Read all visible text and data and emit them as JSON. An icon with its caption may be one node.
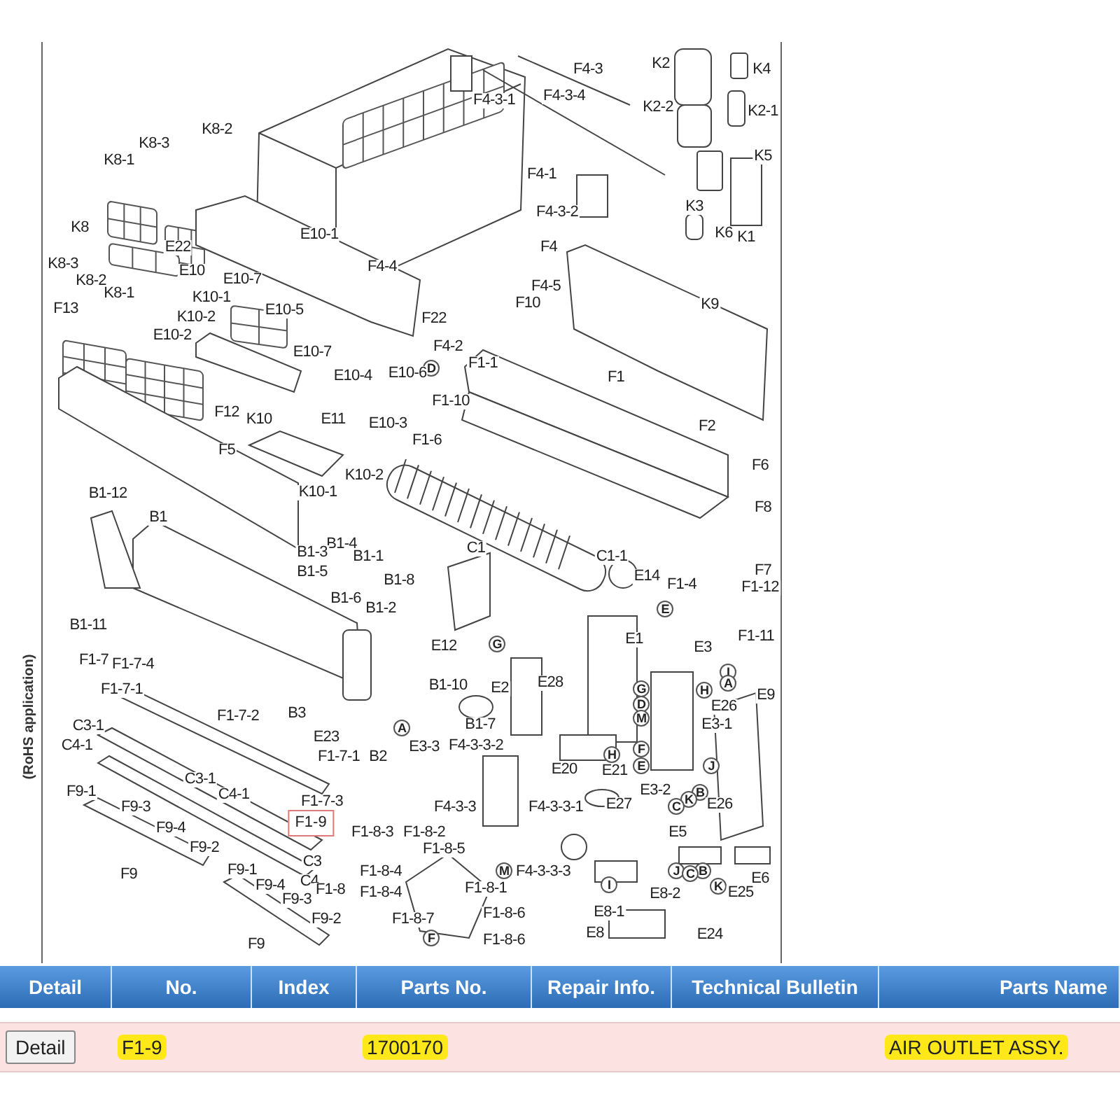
{
  "diagram": {
    "nodes": [
      {
        "text": [
          "F1-9"
        ]
      }
    ],
    "edges": [],
    "labels": [
      "F4-3",
      "K2",
      "K4",
      "F4-3-1",
      "F4-3-4",
      "K2-2",
      "K2-1",
      "K8-2",
      "K8-3",
      "K5",
      "K8-1",
      "F4-1",
      "K3",
      "F4-3-2",
      "K8",
      "E10-1",
      "K6",
      "K1",
      "E22",
      "F4",
      "K8-3",
      "E10",
      "F4-4",
      "E10-7",
      "K8-2",
      "F4-5",
      "K8-1",
      "K10-1",
      "F10",
      "K9",
      "E10-5",
      "F13",
      "F22",
      "K10-2",
      "E10-2",
      "F4-2",
      "E10-7",
      "F1-1",
      "D",
      "E10-6",
      "E10-4",
      "F1",
      "F1-10",
      "F12",
      "K10",
      "E11",
      "E10-3",
      "F2",
      "F1-6",
      "F5",
      "F6",
      "K10-2",
      "K10-1",
      "B1-12",
      "F8",
      "B1",
      "B1-4",
      "B1-3",
      "B1-1",
      "C1",
      "C1-1",
      "F7",
      "B1-5",
      "E14",
      "B1-8",
      "F1-4",
      "F1-12",
      "B1-6",
      "B1-2",
      "E",
      "B1-11",
      "F1-11",
      "E1",
      "G",
      "E12",
      "E3",
      "F1-7",
      "F1-7-4",
      "I",
      "A",
      "B1-10",
      "E2",
      "E28",
      "G",
      "H",
      "E9",
      "F1-7-1",
      "D",
      "E26",
      "F1-7-2",
      "B3",
      "M",
      "C3-1",
      "B1-7",
      "E3-1",
      "A",
      "E23",
      "C4-1",
      "E3-3",
      "F4-3-3-2",
      "F",
      "H",
      "F1-7-1",
      "B2",
      "E",
      "J",
      "E20",
      "E21",
      "C3-1",
      "E3-2",
      "B",
      "C4-1",
      "F9-1",
      "K",
      "F1-7-3",
      "E26",
      "E27",
      "F4-3-3",
      "F4-3-3-1",
      "C",
      "F9-3",
      "F9-4",
      "F1-8-3",
      "F1-8-2",
      "E5",
      "F9-2",
      "F1-8-5",
      "C3",
      "F9-1",
      "J",
      "B",
      "C",
      "M",
      "F1-8-4",
      "F4-3-3-3",
      "E6",
      "F9",
      "C4",
      "F1-8",
      "I",
      "F1-8-1",
      "F9-4",
      "F1-8-4",
      "K",
      "E25",
      "E8-2",
      "F9-3",
      "E8-1",
      "F1-8-6",
      "F9-2",
      "F1-8-7",
      "F",
      "E8",
      "E24",
      "F1-8-6",
      "F9",
      "(RoHS application)",
      "Detail",
      "No.",
      "Index",
      "Parts No.",
      "Repair Info.",
      "Technical Bulletin",
      "Parts Name",
      "Detail",
      "F1-9",
      "1700170",
      "AIR OUTLET ASSY."
    ]
  }
}
